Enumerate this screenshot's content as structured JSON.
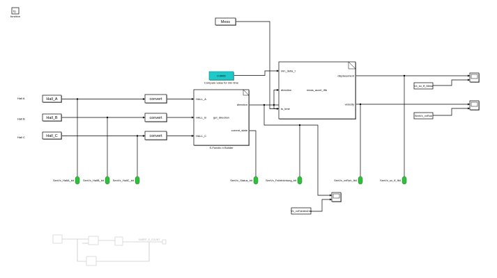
{
  "function_block": {
    "icon_glyph": "f()",
    "label": "function"
  },
  "inports": [
    {
      "name": "Hall A"
    },
    {
      "name": "Hall B"
    },
    {
      "name": "Hall C"
    }
  ],
  "from_blocks": [
    "Hall_A",
    "Hall_B",
    "Hall_C"
  ],
  "convert_blocks": [
    "convert",
    "convert",
    "convert"
  ],
  "sfunction": {
    "inputs": [
      "HALL_A",
      "HALL_B",
      "HALL_C"
    ],
    "center_label": "get_direction",
    "outputs": [
      "direction",
      "current_state"
    ],
    "caption": "S-Functio n Builder"
  },
  "mess_block": "Mess",
  "constant": {
    "value": "0.0005",
    "caption": "Compare value for min time"
  },
  "accel_block": {
    "inputs": [
      "min_delta_t",
      "direction",
      "ts_time"
    ],
    "center_label": "meas_accel_rflb",
    "outputs": [
      "displacement",
      "velocity"
    ]
  },
  "goto_tags": {
    "hall_a": "SenVx_HallA_bit",
    "hall_b": "SenVx_HallB_bit",
    "hall_c": "SenVx_HallC_bit",
    "status": "SenVx_Status_bit",
    "fahrtrichtung": "SenVx_Fahrtrichtung_bit",
    "vx_roh": "SenVx_vxRoh_flt4",
    "sx_roh": "SenVx_sx_ff_flt4"
  },
  "display_blocks": {
    "sx_mess": "Vx_sx_ff_Mess",
    "vx_roh": "SenVx_vxRoh",
    "fahrtrichtung": "Vx_vxFahrtrichtu"
  },
  "faint_subsystem": {
    "label": "SARRT_E_COUNT"
  }
}
